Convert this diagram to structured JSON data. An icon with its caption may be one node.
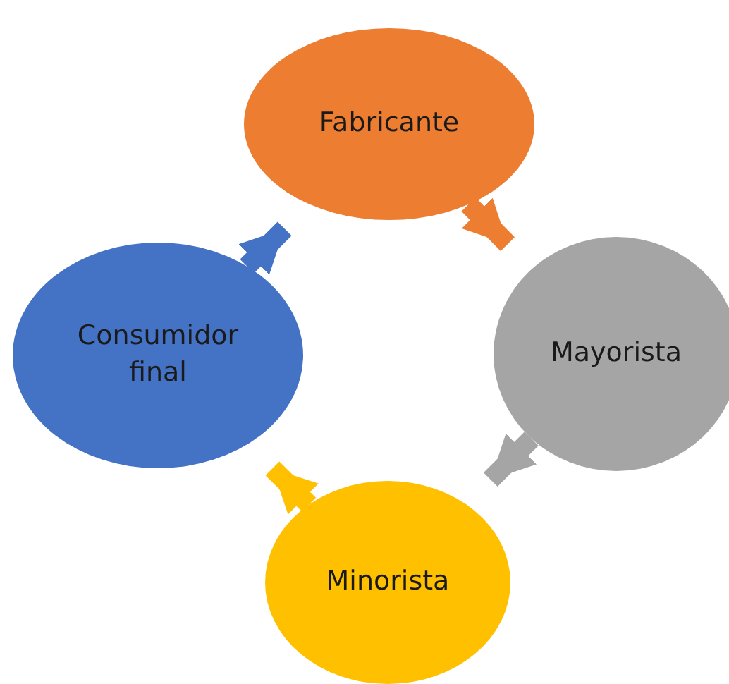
{
  "diagram": {
    "nodes": [
      {
        "text": [
          "Fabricante"
        ]
      },
      {
        "text": [
          "Mayorista"
        ]
      },
      {
        "text": [
          "Minorista"
        ]
      },
      {
        "text": [
          "Consumidor final"
        ]
      }
    ],
    "edges": [
      {
        "from": 0,
        "to": 1,
        "arrow": "to",
        "color": "#ed7d31"
      },
      {
        "from": 1,
        "to": 2,
        "arrow": "to",
        "color": "#a5a5a5"
      },
      {
        "from": 2,
        "to": 3,
        "arrow": "to",
        "color": "#ffc000"
      },
      {
        "from": 3,
        "to": 0,
        "arrow": "to",
        "color": "#4472c4"
      }
    ]
  }
}
